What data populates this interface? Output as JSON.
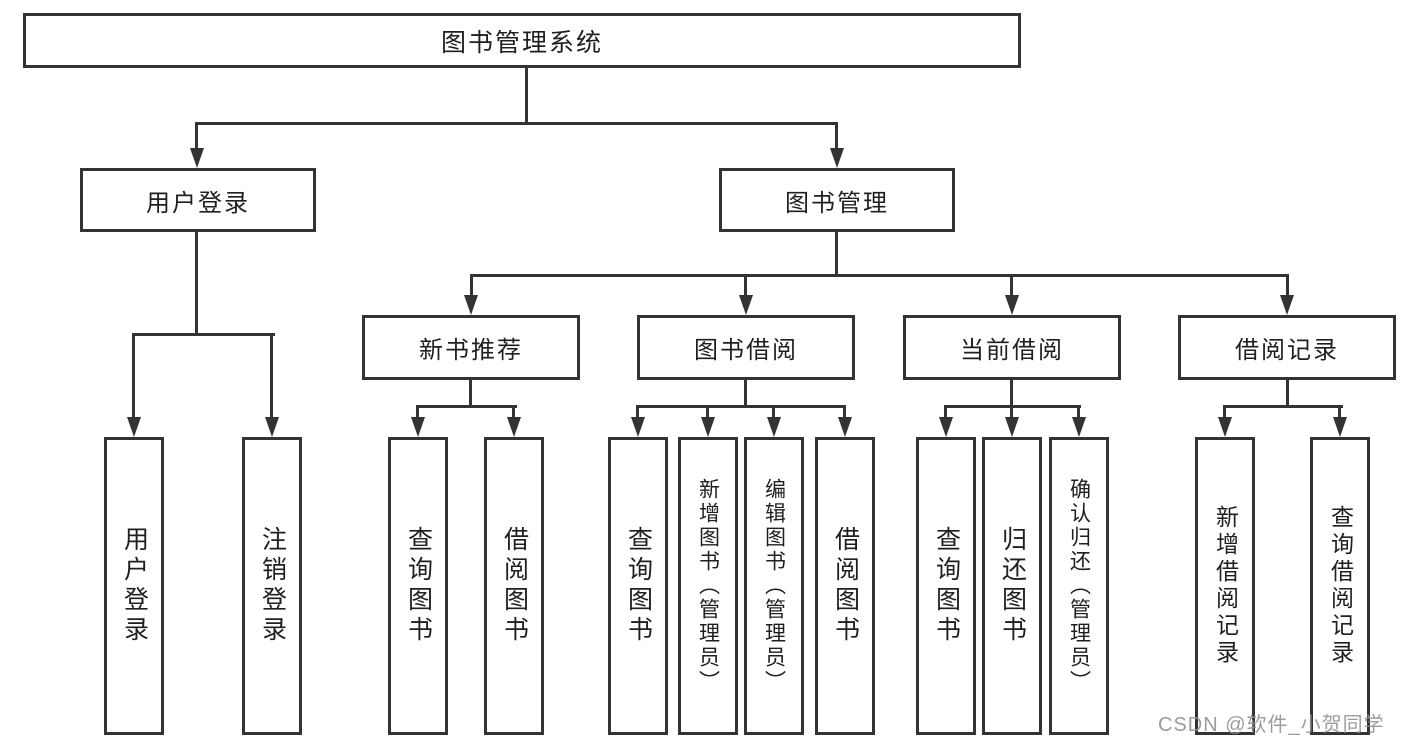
{
  "diagram": {
    "root": "图书管理系统",
    "branches": {
      "user_login": "用户登录",
      "book_management": "图书管理"
    },
    "modules": {
      "new_book_recommend": "新书推荐",
      "book_borrow": "图书借阅",
      "current_borrow": "当前借阅",
      "borrow_records": "借阅记录"
    },
    "functions": {
      "user_login": "用户登录",
      "logout": "注销登录",
      "nb_query_books": "查询图书",
      "nb_borrow_books": "借阅图书",
      "bb_query_books": "查询图书",
      "bb_add_books": "新增图书（管理员）",
      "bb_edit_books": "编辑图书（管理员）",
      "bb_borrow_books": "借阅图书",
      "cb_query_books": "查询图书",
      "cb_return_books": "归还图书",
      "cb_confirm_return": "确认归还（管理员）",
      "br_add_record": "新增借阅记录",
      "br_query_record": "查询借阅记录"
    }
  },
  "watermark": "CSDN @软件_小贺同学",
  "colors": {
    "background": "#ffffff",
    "border": "#333333",
    "line": "#333333",
    "text": "#1f1f1f",
    "watermark": "#919191"
  }
}
